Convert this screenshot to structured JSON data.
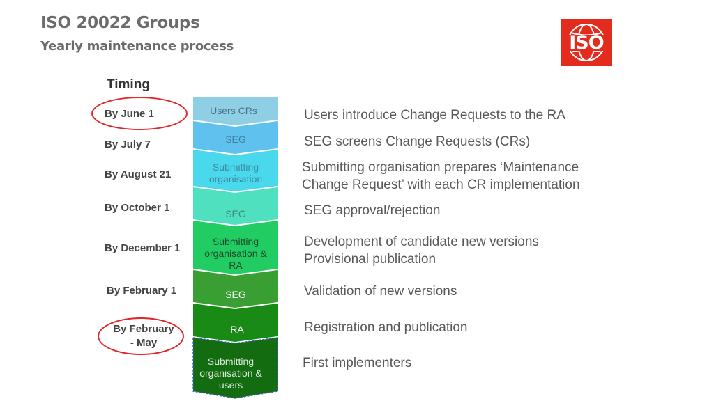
{
  "header": {
    "title": "ISO 20022 Groups",
    "subtitle": "Yearly maintenance process"
  },
  "logo": {
    "text": "ISO",
    "color": "#e32b1e"
  },
  "timing": {
    "heading": "Timing",
    "items": [
      "By June 1",
      "By July 7",
      "By August 21",
      "By October 1",
      "By December 1",
      "By February 1",
      "By February\n- May"
    ]
  },
  "steps": [
    {
      "label": "Users CRs",
      "color": "#8ecfe6",
      "text_color": "#4a6f80"
    },
    {
      "label": "SEG",
      "color": "#5fc2ee",
      "text_color": "#3f7fa0"
    },
    {
      "label": "Submitting organisation",
      "color": "#49d8ec",
      "text_color": "#3f8aa0"
    },
    {
      "label": "SEG",
      "color": "#4fe0c0",
      "text_color": "#3f8a7a"
    },
    {
      "label": "Submitting organisation & RA",
      "color": "#21cc62",
      "text_color": "#1e4a2a"
    },
    {
      "label": "SEG",
      "color": "#3a9f33",
      "text_color": "#ffffff"
    },
    {
      "label": "RA",
      "color": "#1a8a16",
      "text_color": "#ffffff"
    },
    {
      "label": "Submitting organisation & users",
      "color": "#136d10",
      "text_color": "#d8ead8"
    }
  ],
  "descriptions": [
    "Users introduce Change Requests to the RA",
    "SEG screens Change Requests (CRs)",
    "Submitting organisation prepares ‘Maintenance\nChange Request’ with each CR implementation",
    "SEG approval/rejection",
    "Development of candidate new versions\nProvisional publication",
    "Validation of new versions",
    "Registration and  publication",
    "First implementers"
  ],
  "colors": {
    "highlight_circle": "#e0262a",
    "heading_grey": "#6b6b6b"
  }
}
